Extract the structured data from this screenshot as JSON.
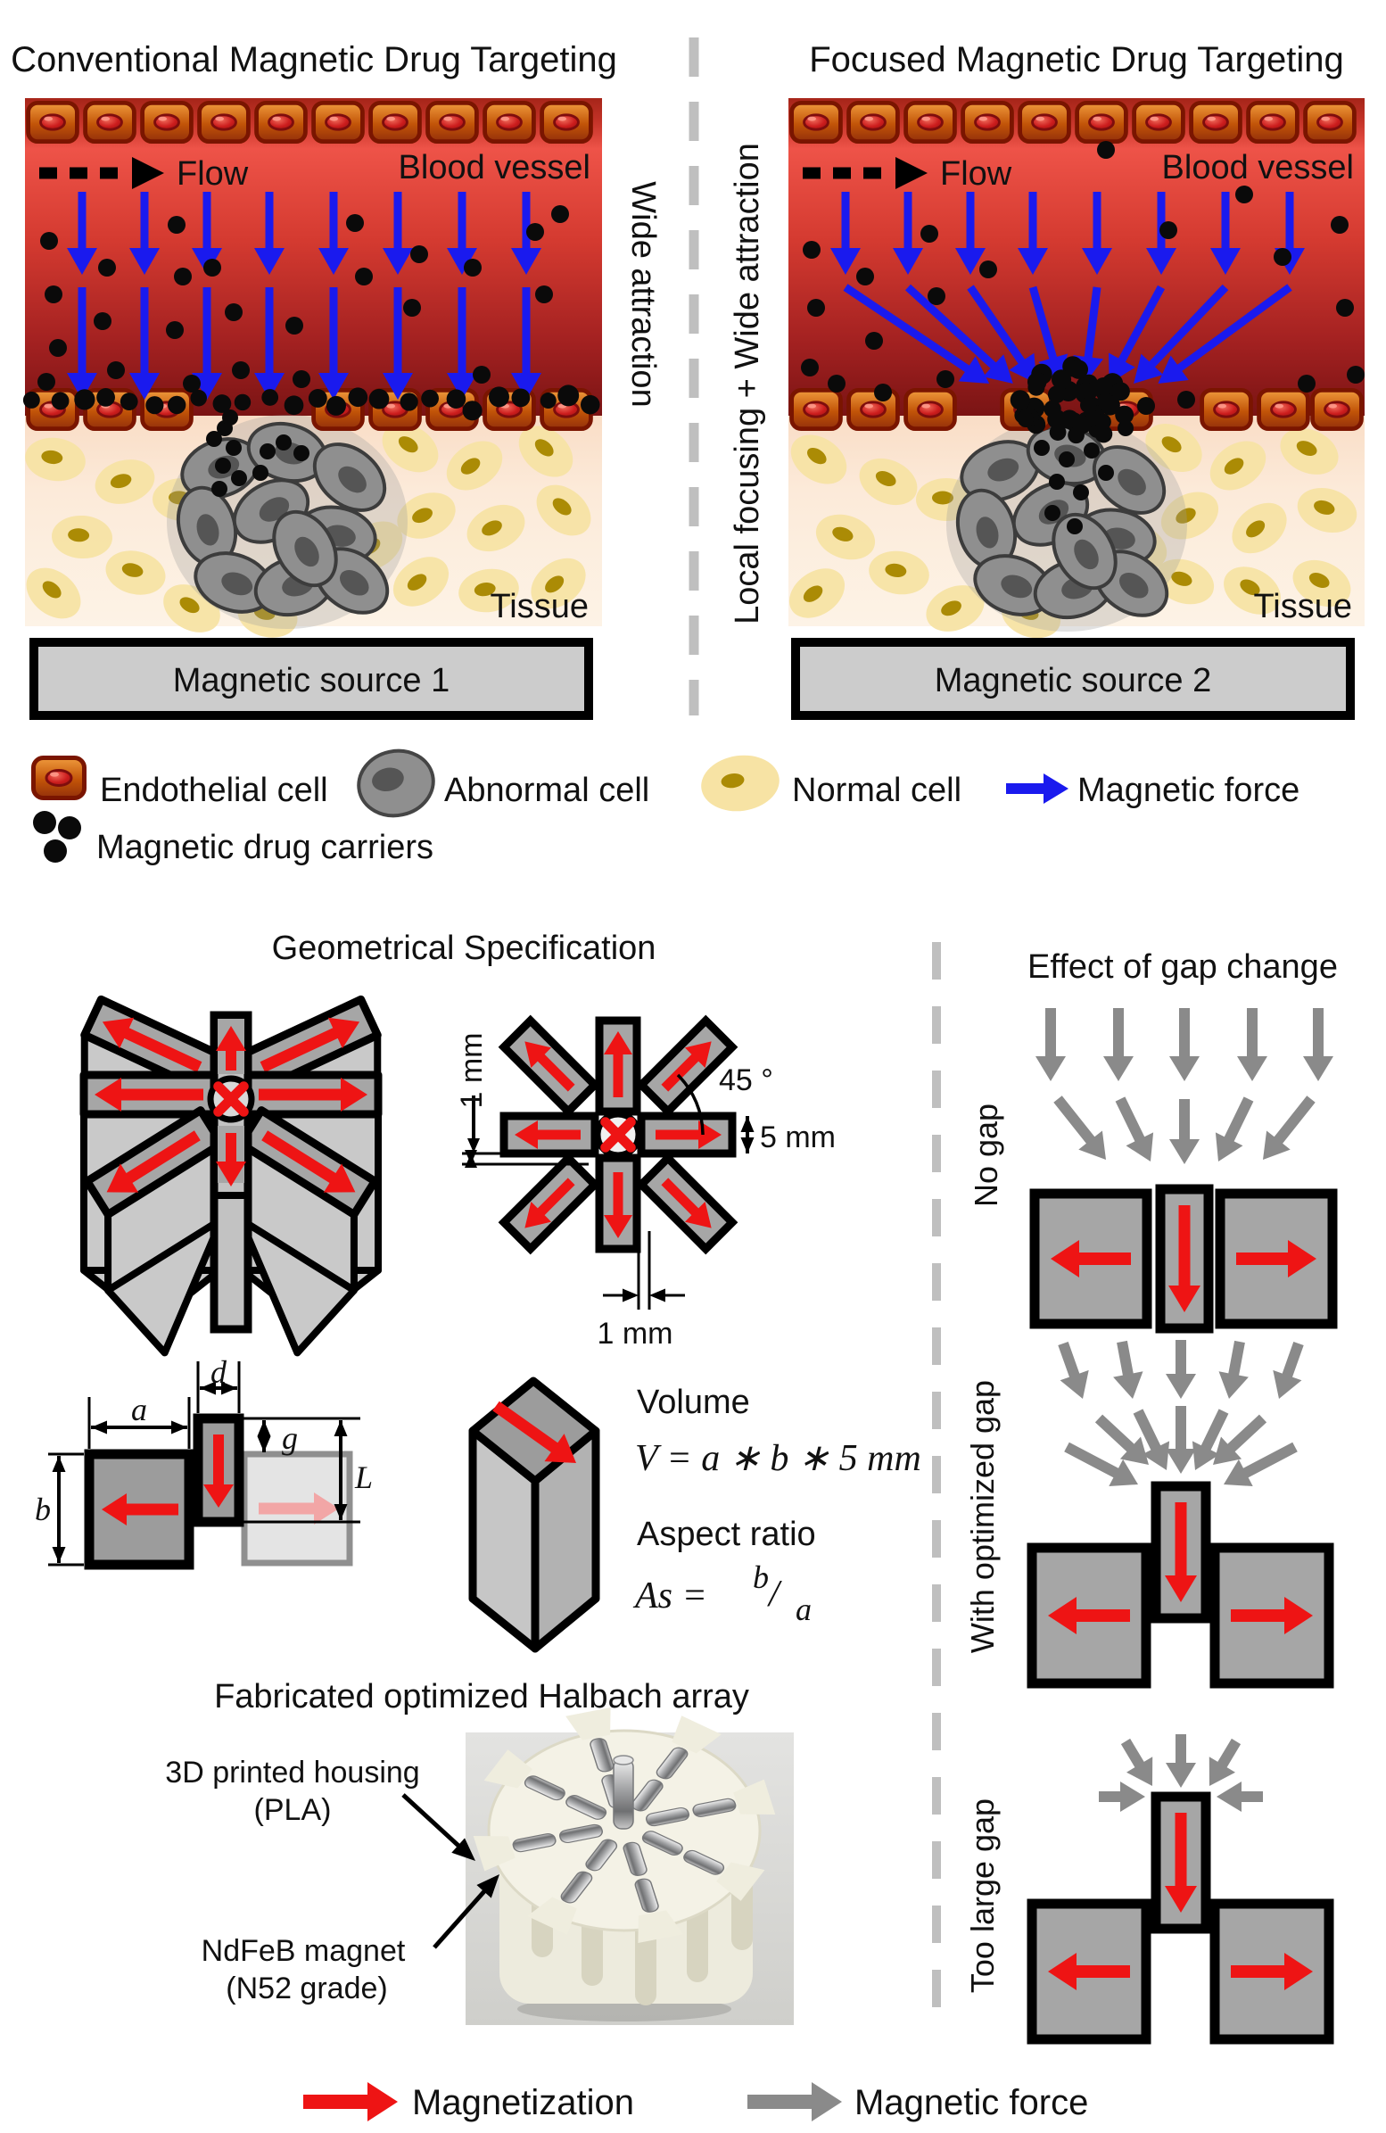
{
  "colors": {
    "magnetization_red": "#ee1414",
    "magnetic_force_gray": "#8a8a8a",
    "magnetic_force_blue": "#1a1aee",
    "magnet_fill": "#a6a6a6",
    "divider_gray": "#bfbfbf",
    "vessel_top": "#b02a1e",
    "vessel_bright": "#ee5348",
    "vessel_bottom": "#7a1414",
    "tissue_peach": "#fcead9"
  },
  "top_section": {
    "left_panel": {
      "title": "Conventional Magnetic Drug Targeting",
      "flow_label": "Flow",
      "vessel_label": "Blood vessel",
      "tissue_label": "Tissue",
      "source_label": "Magnetic source 1",
      "side_label": "Wide attraction"
    },
    "right_panel": {
      "title": "Focused Magnetic Drug Targeting",
      "flow_label": "Flow",
      "vessel_label": "Blood vessel",
      "tissue_label": "Tissue",
      "source_label": "Magnetic source 2",
      "side_label": "Local focusing + Wide attraction"
    }
  },
  "legend": {
    "endothelial": "Endothelial cell",
    "abnormal": "Abnormal cell",
    "normal": "Normal cell",
    "force": "Magnetic force",
    "carriers": "Magnetic drug carriers"
  },
  "geometry": {
    "title": "Geometrical Specification",
    "thickness_label": "1 mm",
    "angle_label": "45 °",
    "width_label": "5 mm",
    "gap_label": "1 mm",
    "var_a": "a",
    "var_b": "b",
    "var_d": "d",
    "var_g": "g",
    "var_L": "L",
    "volume_label": "Volume",
    "volume_formula": "V = a ∗ b ∗ 5 mm",
    "aspect_label": "Aspect ratio",
    "aspect_prefix": "As =",
    "aspect_numerator": "b",
    "aspect_slash": "/",
    "aspect_denominator": "a"
  },
  "fabricated": {
    "title": "Fabricated optimized Halbach array",
    "housing_line1": "3D printed housing",
    "housing_line2": "(PLA)",
    "magnet_line1": "NdFeB magnet",
    "magnet_line2": "(N52 grade)"
  },
  "gap_effect": {
    "title": "Effect of gap change",
    "no_gap": "No gap",
    "optimized_gap": "With optimized gap",
    "too_large_gap": "Too large gap"
  },
  "bottom_legend": {
    "magnetization": "Magnetization",
    "magnetic_force": "Magnetic force"
  }
}
